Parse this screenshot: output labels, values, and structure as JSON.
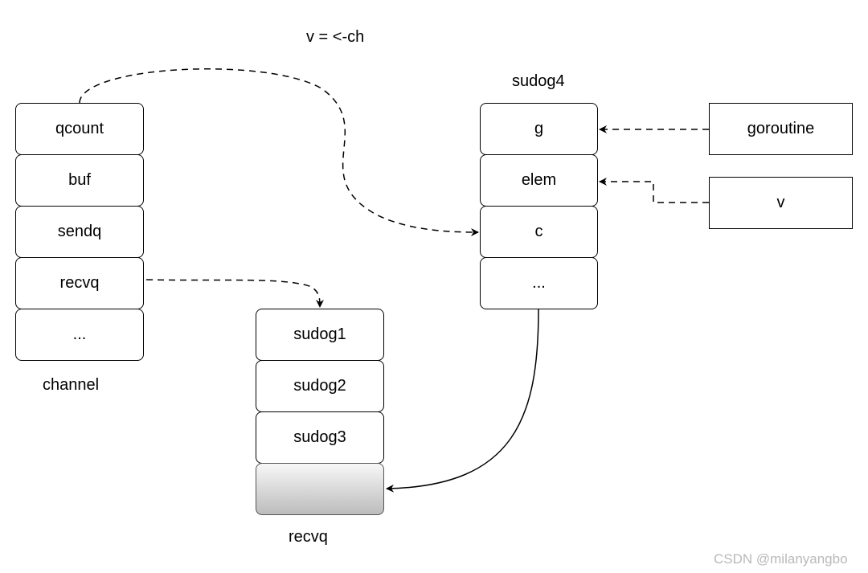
{
  "code": "v = <-ch",
  "channel": {
    "label": "channel",
    "fields": [
      "qcount",
      "buf",
      "sendq",
      "recvq",
      "..."
    ]
  },
  "recvq": {
    "label": "recvq",
    "items": [
      "sudog1",
      "sudog2",
      "sudog3"
    ]
  },
  "sudog4": {
    "label": "sudog4",
    "fields": [
      "g",
      "elem",
      "c",
      "..."
    ]
  },
  "goroutine": {
    "label": "goroutine"
  },
  "v": {
    "label": "v"
  },
  "watermark": "CSDN @milanyangbo"
}
